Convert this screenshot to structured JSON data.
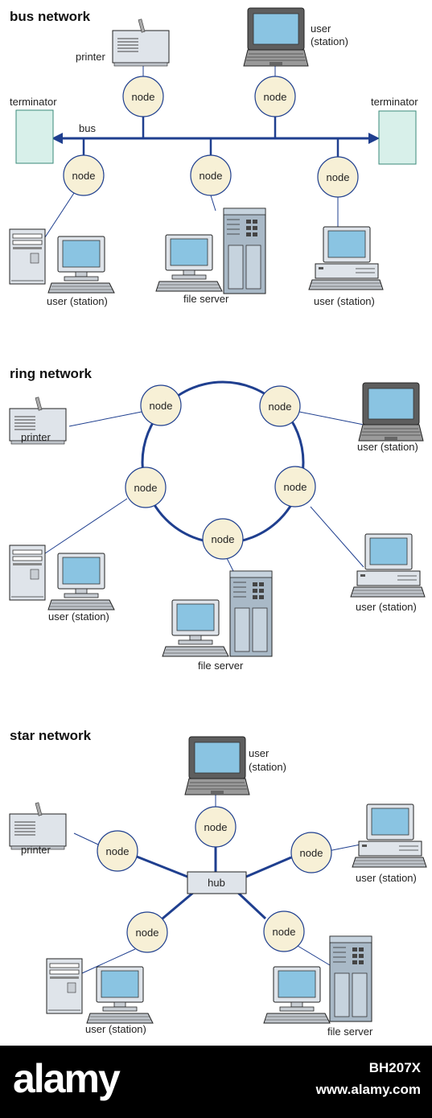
{
  "bus": {
    "title": "bus network",
    "printer": "printer",
    "user_top": [
      "user",
      "(station)"
    ],
    "terminator_left": "terminator",
    "terminator_right": "terminator",
    "bus_label": "bus",
    "node": "node",
    "user_left": "user (station)",
    "file_server": "file server",
    "user_right": "user (station)"
  },
  "ring": {
    "title": "ring network",
    "printer": "printer",
    "user_top_right": "user (station)",
    "user_right": "user (station)",
    "user_left": "user (station)",
    "file_server": "file server",
    "node": "node"
  },
  "star": {
    "title": "star network",
    "user_top": [
      "user",
      "(station)"
    ],
    "printer": "printer",
    "user_right": "user (station)",
    "user_left": "user (station)",
    "file_server": "file server",
    "hub": "hub",
    "node": "node"
  },
  "footer": {
    "logo": "alamy",
    "image_id": "BH207X",
    "url": "www.alamy.com"
  },
  "colors": {
    "line": "#1f3f8f",
    "node_fill": "#f7f0d6",
    "terminator_fill": "#d8f0ea",
    "terminator_stroke": "#3a8a7a",
    "screen": "#8ac4e2",
    "device": "#dfe4ea",
    "server": "#a9b9c7"
  }
}
